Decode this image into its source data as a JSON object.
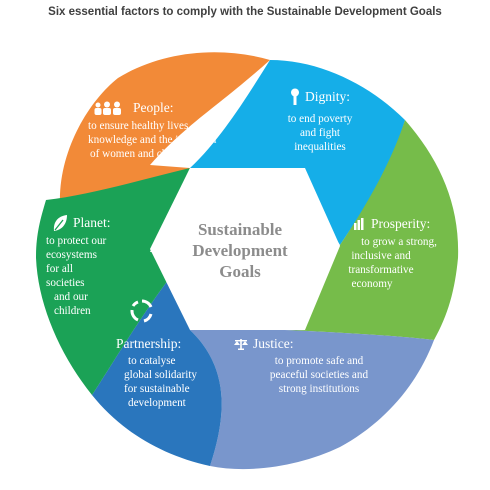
{
  "title": "Six essential factors to comply with the Sustainable Development Goals",
  "center": {
    "line1": "Sustainable",
    "line2": "Development",
    "line3": "Goals"
  },
  "colors": {
    "people": "#f28a38",
    "dignity": "#15aee8",
    "prosperity": "#76bc4a",
    "justice": "#7996cc",
    "partnership": "#2a76bd",
    "planet": "#1ba256"
  },
  "segments": {
    "people": {
      "title": "People:",
      "line1": "to ensure healthy lives,",
      "line2": "knowledge and the inclusion",
      "line3": "of women and children",
      "icon": "people-icon"
    },
    "dignity": {
      "title": "Dignity:",
      "line1": "to end poverty",
      "line2": "and fight",
      "line3": "inequalities",
      "icon": "keyhole-icon"
    },
    "prosperity": {
      "title": "Prosperity:",
      "line1": "to grow a strong,",
      "line2": "inclusive and",
      "line3": "transformative",
      "line4": "economy",
      "icon": "bar-chart-icon"
    },
    "justice": {
      "title": "Justice:",
      "line1": "to promote safe and",
      "line2": "peaceful societies and",
      "line3": "strong institutions",
      "icon": "scales-icon"
    },
    "partnership": {
      "title": "Partnership:",
      "line1": "to catalyse",
      "line2": "global solidarity",
      "line3": "for sustainable",
      "line4": "development",
      "icon": "cycle-arrows-icon"
    },
    "planet": {
      "title": "Planet:",
      "line1": "to protect our",
      "line2": "ecosystems",
      "line3": "for all",
      "line4": "societies",
      "line5": "and our",
      "line6": "children",
      "icon": "leaf-icon"
    }
  }
}
